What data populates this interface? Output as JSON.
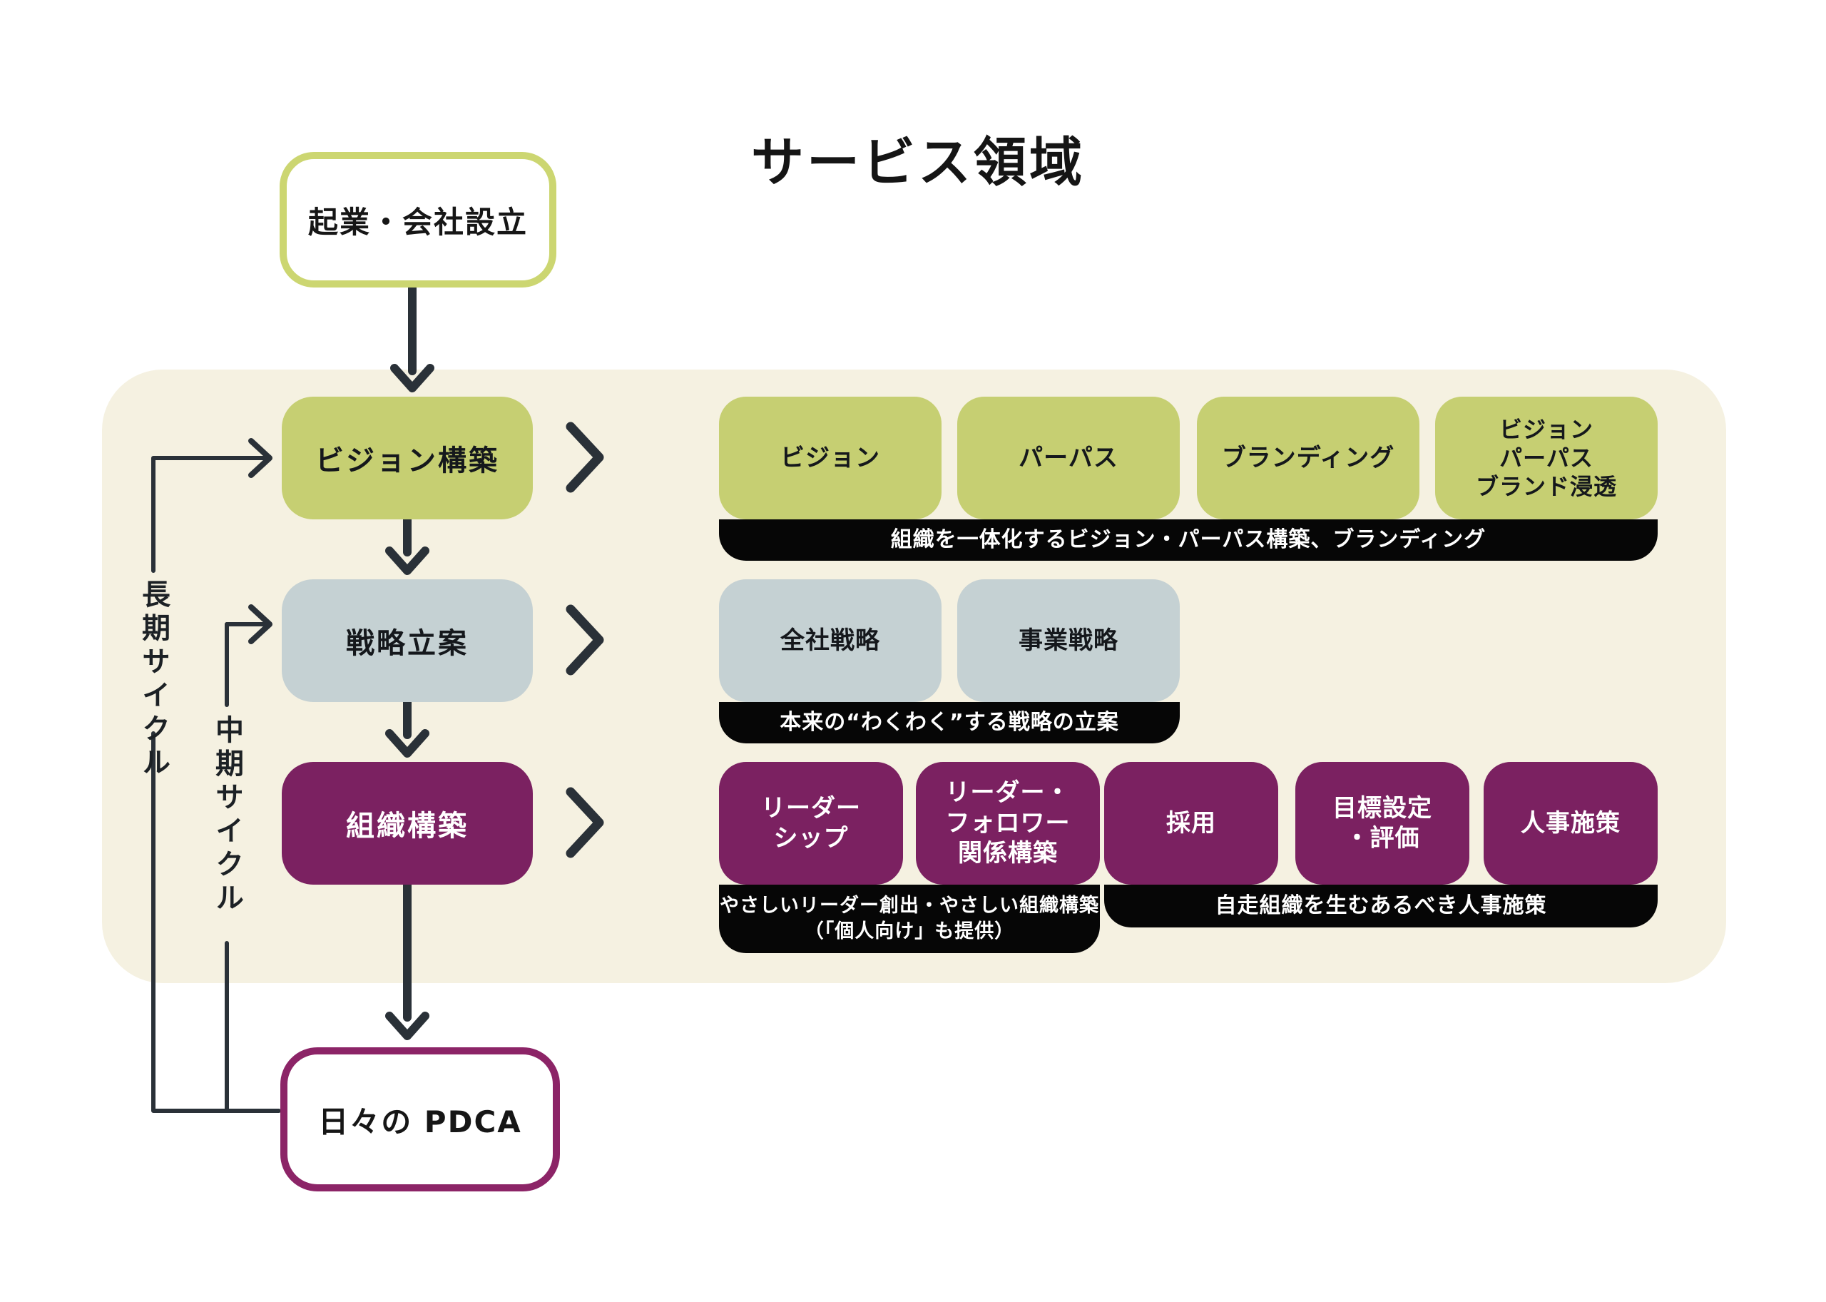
{
  "title": "サービス領域",
  "nodes": {
    "start": "起業・会社設立",
    "pdca": "日々の PDCA"
  },
  "cycles": {
    "long": "長期サイクル",
    "mid": "中期サイクル"
  },
  "row1": {
    "label": "ビジョン構築",
    "items": [
      "ビジョン",
      "パーパス",
      "ブランディング",
      "ビジョン\nパーパス\nブランド浸透"
    ],
    "caption": "組織を一体化するビジョン・パーパス構築、ブランディング"
  },
  "row2": {
    "label": "戦略立案",
    "items": [
      "全社戦略",
      "事業戦略"
    ],
    "caption": "本来の“わくわく”する戦略の立案"
  },
  "row3": {
    "label": "組織構築",
    "groupA": {
      "items": [
        "リーダー\nシップ",
        "リーダー・\nフォロワー\n関係構築"
      ],
      "caption": "やさしいリーダー創出・やさしい組織構築\n（「個人向け」も提供）"
    },
    "groupB": {
      "items": [
        "採用",
        "目標設定\n・評価",
        "人事施策"
      ],
      "caption": "自走組織を生むあるべき人事施策"
    }
  },
  "colors": {
    "cream_panel": "#f5f1e1",
    "green": "#c6cf72",
    "green_border": "#ccd671",
    "gray": "#c5d1d3",
    "purple": "#7b2161",
    "purple_border": "#8c2467",
    "caption_bar": "#060606",
    "line": "#2a3138"
  }
}
